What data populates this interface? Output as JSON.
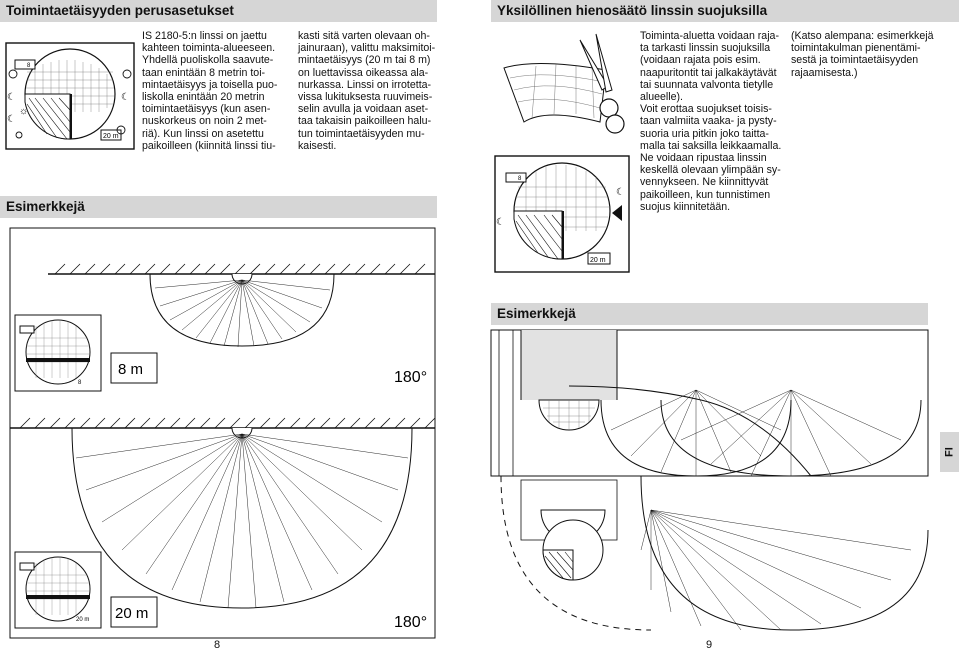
{
  "left": {
    "header_main": "Toimintaetäisyyden perusasetukset",
    "intro_col1": [
      "IS 2180-5:n linssi on jaettu",
      "kahteen toiminta-alueeseen.",
      "Yhdellä puoliskolla saavute-",
      "taan enintään 8 metrin toi-",
      "mintaetäisyys ja toisella puo-",
      "liskolla enintään 20 metrin",
      "toimintaetäisyys (kun asen-",
      "nuskorkeus on noin 2 met-",
      "riä). Kun linssi on asetettu",
      "paikoilleen (kiinnitä linssi tiu-"
    ],
    "intro_col2": [
      "kasti sitä varten olevaan oh-",
      "jainuraan), valittu maksimitoi-",
      "mintaetäisyys (20 m tai 8 m)",
      "on luettavissa oikeassa ala-",
      "nurkassa. Linssi on irrotetta-",
      "vissa lukituksesta ruuvimeis-",
      "selin avulla ja voidaan aset-",
      "taa takaisin paikoilleen halu-",
      "tun toimintaetäisyyden mu-",
      "kaisesti."
    ],
    "header_examples": "Esimerkkejä",
    "example1": {
      "range": "8 m",
      "angle": "180°"
    },
    "example2": {
      "range": "20 m",
      "angle": "180°"
    },
    "page_number": "8"
  },
  "right": {
    "header_main": "Yksilöllinen hienosäätö linssin suojuksilla",
    "text_col1": [
      "Toiminta-aluetta voidaan raja-",
      "ta tarkasti linssin suojuksilla",
      "(voidaan rajata pois esim.",
      "naapuritontit tai jalkakäytävät",
      "tai suunnata valvonta tietylle",
      "alueelle).",
      "Voit erottaa suojukset toisis-",
      "taan valmiita vaaka- ja pysty-",
      "suoria uria pitkin joko taitta-",
      "malla tai saksilla leikkaamalla.",
      "Ne voidaan ripustaa linssin",
      "keskellä olevaan ylimpään sy-",
      "vennykseen. Ne kiinnittyvät",
      "paikoilleen, kun tunnistimen",
      "suojus kiinnitetään."
    ],
    "text_col2": [
      "(Katso alempana: esimerkkejä",
      "toimintakulman pienentämi-",
      "sestä ja toimintaetäisyyden",
      "rajaamisesta.)"
    ],
    "header_examples": "Esimerkkejä",
    "page_number": "9",
    "language_tab": "FI"
  },
  "device_labels": {
    "range_20": "20 m",
    "range_8": "8"
  }
}
